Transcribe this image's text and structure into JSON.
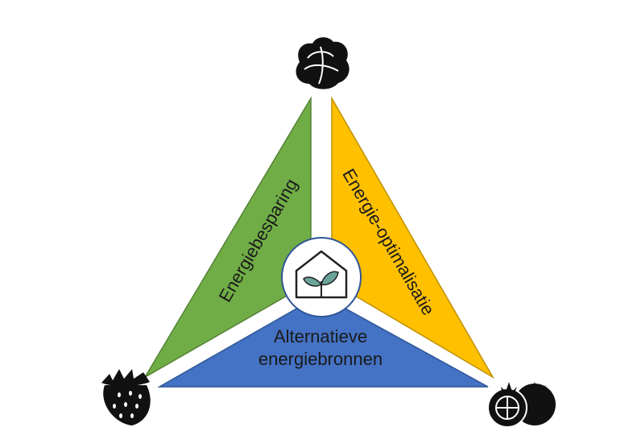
{
  "diagram": {
    "segments": [
      {
        "label": "Energiebesparing",
        "color": "#70ad47",
        "stroke": "#548235"
      },
      {
        "label": "Energie-optimalisatie",
        "color": "#ffc000",
        "stroke": "#bf9000"
      },
      {
        "label_line1": "Alternatieve",
        "label_line2": "energiebronnen",
        "color": "#4472c4",
        "stroke": "#2f5597"
      }
    ],
    "center": {
      "icon": "greenhouse-plant-icon",
      "leaf_color": "#6aa39a"
    },
    "corners": {
      "top": {
        "icon": "lettuce-icon"
      },
      "bottom_left": {
        "icon": "strawberry-icon"
      },
      "bottom_right": {
        "icon": "tomato-icon"
      }
    }
  }
}
